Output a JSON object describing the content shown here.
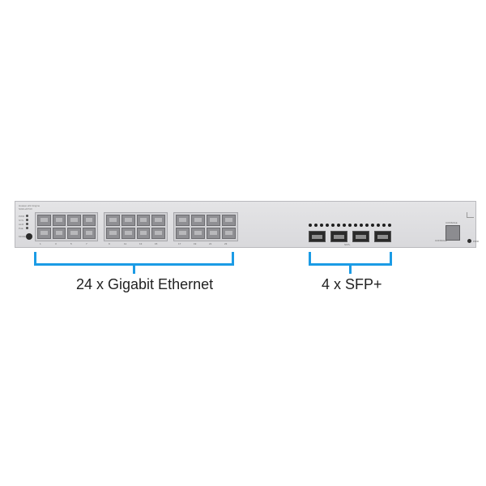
{
  "device": {
    "brand_line1": "Huawei eKit Engine",
    "brand_line2": "S310-24T4X",
    "led_labels": [
      "PWR",
      "SYS",
      "ALM",
      "PoE"
    ],
    "mode_label": "MODE",
    "port_numbers": [
      "1",
      "3",
      "5",
      "7",
      "9",
      "11",
      "13",
      "15",
      "17",
      "19",
      "21",
      "23"
    ],
    "sfp_label": "SFP+",
    "console_label": "CONSOLE",
    "power_label": "PWR"
  },
  "annotations": {
    "ethernet_caption": "24 x Gigabit Ethernet",
    "sfp_caption": "4 x SFP+"
  },
  "colors": {
    "bracket": "#1b9be5",
    "chassis": "#e0e0e2"
  }
}
